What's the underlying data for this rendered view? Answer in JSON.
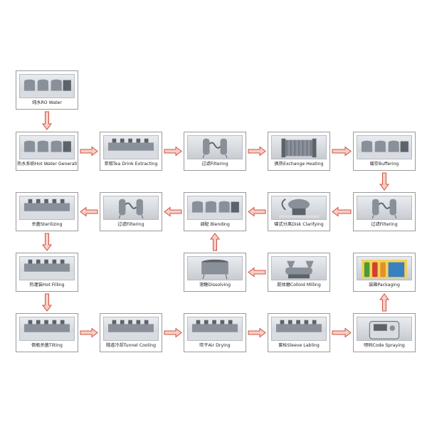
{
  "colors": {
    "arrow_fill": "#f6cfc6",
    "arrow_stroke": "#d0503f",
    "box_border": "#9a9a9a"
  },
  "steps": [
    {
      "id": "ro-water",
      "label": "纯水RO Water",
      "icon": "water-treatment-icon"
    },
    {
      "id": "hot-water",
      "label": "热水系统Hot Water Generating",
      "icon": "hot-water-plant-icon"
    },
    {
      "id": "tea-extract",
      "label": "萃取Tea Drink Extracting",
      "icon": "extraction-tank-icon"
    },
    {
      "id": "filtering-1",
      "label": "过滤Filtering",
      "icon": "filter-unit-icon"
    },
    {
      "id": "heat-exchange",
      "label": "换热Exchange Heating",
      "icon": "heat-exchanger-icon"
    },
    {
      "id": "buffering",
      "label": "缓存Buffering",
      "icon": "buffer-tanks-icon"
    },
    {
      "id": "filtering-2",
      "label": "过滤Filtering",
      "icon": "filter-unit-icon"
    },
    {
      "id": "disk-clarify",
      "label": "碟式分离Disk Clarifying",
      "icon": "disk-separator-icon"
    },
    {
      "id": "blending",
      "label": "调配 Blending",
      "icon": "blending-tanks-icon"
    },
    {
      "id": "filtering-3",
      "label": "过滤Filtering",
      "icon": "filter-unit-icon"
    },
    {
      "id": "sterilizing",
      "label": "杀菌Sterilizing",
      "icon": "sterilizer-icon"
    },
    {
      "id": "dissolving",
      "label": "溶糖Dissolving",
      "icon": "dissolving-tank-icon"
    },
    {
      "id": "colloid-mill",
      "label": "胶体磨Colloid Milling",
      "icon": "colloid-mill-icon"
    },
    {
      "id": "packaging",
      "label": "装箱Packaging",
      "icon": "packaged-bottles-icon"
    },
    {
      "id": "hot-filling",
      "label": "热灌装Hot Filling",
      "icon": "filling-machine-icon"
    },
    {
      "id": "tilting",
      "label": "倒瓶杀菌Tilting",
      "icon": "tilting-conveyor-icon"
    },
    {
      "id": "tunnel-cooling",
      "label": "隧道冷却Tunnel Cooling",
      "icon": "tunnel-cooler-icon"
    },
    {
      "id": "air-drying",
      "label": "吹干Air Drying",
      "icon": "air-dryer-icon"
    },
    {
      "id": "sleeve-label",
      "label": "套标Sleeve Labling",
      "icon": "sleeve-labeler-icon"
    },
    {
      "id": "code-spray",
      "label": "喷码Code Spraying",
      "icon": "inkjet-printer-icon"
    }
  ],
  "flow": [
    [
      "ro-water",
      "hot-water"
    ],
    [
      "hot-water",
      "tea-extract"
    ],
    [
      "tea-extract",
      "filtering-1"
    ],
    [
      "filtering-1",
      "heat-exchange"
    ],
    [
      "heat-exchange",
      "buffering"
    ],
    [
      "buffering",
      "filtering-2"
    ],
    [
      "filtering-2",
      "disk-clarify"
    ],
    [
      "disk-clarify",
      "blending"
    ],
    [
      "blending",
      "filtering-3"
    ],
    [
      "filtering-3",
      "sterilizing"
    ],
    [
      "dissolving",
      "blending"
    ],
    [
      "colloid-mill",
      "dissolving"
    ],
    [
      "sterilizing",
      "hot-filling"
    ],
    [
      "hot-filling",
      "tilting"
    ],
    [
      "tilting",
      "tunnel-cooling"
    ],
    [
      "tunnel-cooling",
      "air-drying"
    ],
    [
      "air-drying",
      "sleeve-label"
    ],
    [
      "sleeve-label",
      "code-spray"
    ],
    [
      "code-spray",
      "packaging"
    ]
  ]
}
